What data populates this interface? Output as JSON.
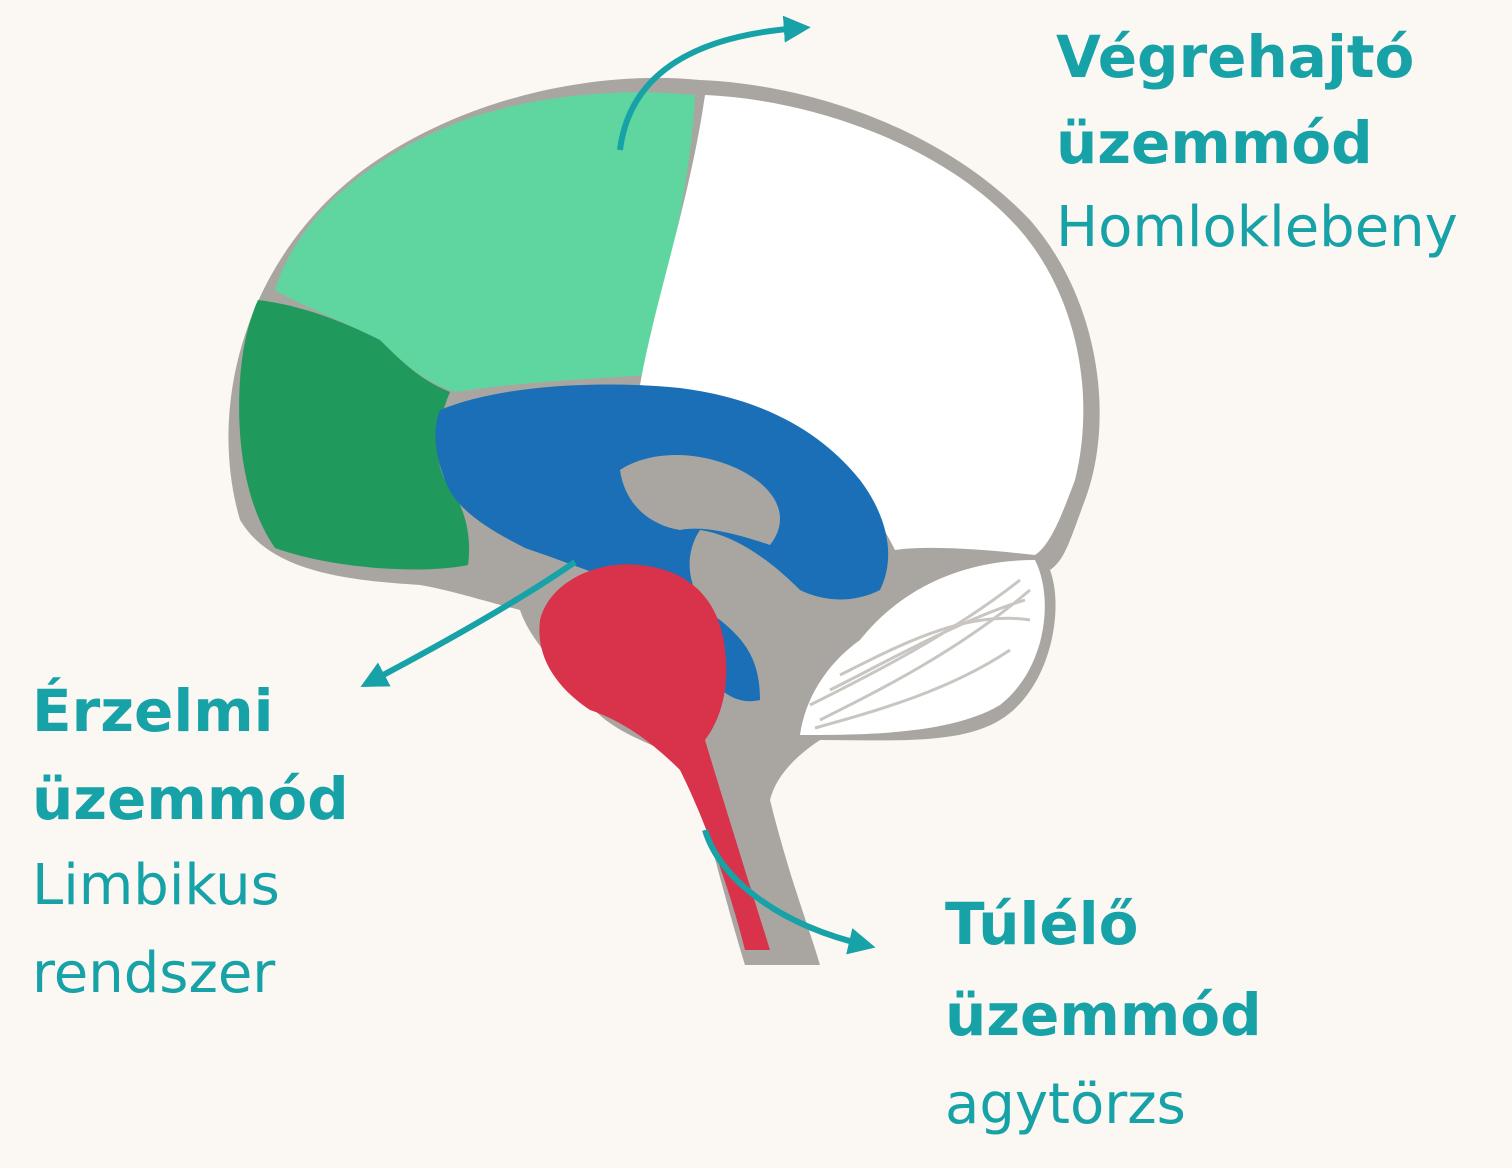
{
  "labels": {
    "executive": {
      "line1": "Végrehajtó",
      "line2": "üzemmód",
      "line3": "Homloklebeny"
    },
    "emotional": {
      "line1": "Érzelmi",
      "line2": "üzemmód",
      "line3": "Limbikus",
      "line4": "rendszer"
    },
    "survival": {
      "line1": "Túlélő",
      "line2": "üzemmód",
      "line3": "agytörzs"
    }
  },
  "colors": {
    "background": "#fbf7f3",
    "accent_teal": "#17a2a8",
    "frontal_light_green": "#5fd6a0",
    "frontal_dark_green": "#1f9a5c",
    "limbic_blue": "#1a6fb6",
    "brainstem_red": "#d8334a",
    "cortex_white": "#ffffff",
    "outline_gray": "#a9a6a1"
  },
  "icons": {
    "arrow": "arrowhead-triangle",
    "brain": "brain-sagittal-illustration"
  }
}
